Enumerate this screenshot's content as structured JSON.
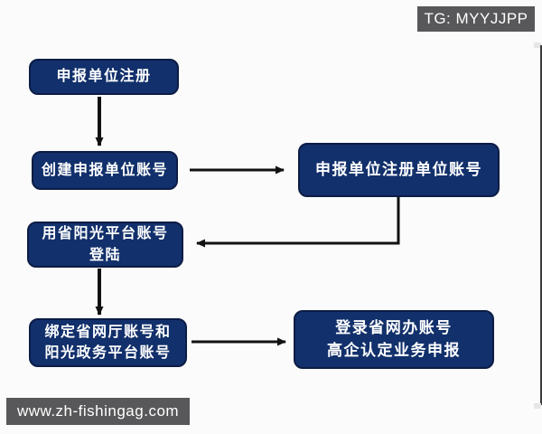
{
  "watermarks": {
    "tg_badge": "TG: MYYJJPP",
    "site_badge": "www.zh-fishingag.com"
  },
  "flowchart": {
    "nodes": [
      {
        "id": "register",
        "label": "申报单位注册"
      },
      {
        "id": "create-account",
        "label": "创建申报单位账号"
      },
      {
        "id": "register-unit-account",
        "label": "申报单位注册单位账号"
      },
      {
        "id": "login-sunshine",
        "label": "用省阳光平台账号\n登陆"
      },
      {
        "id": "bind-accounts",
        "label": "绑定省网厅账号和\n阳光政务平台账号"
      },
      {
        "id": "declare-business",
        "label": "登录省网办账号\n高企认定业务申报"
      }
    ],
    "connections": [
      {
        "from": "register",
        "to": "create-account",
        "shape": "vertical-arrow"
      },
      {
        "from": "create-account",
        "to": "register-unit-account",
        "shape": "horizontal-arrow"
      },
      {
        "from": "register-unit-account",
        "to": "login-sunshine",
        "shape": "elbow-arrow"
      },
      {
        "from": "login-sunshine",
        "to": "bind-accounts",
        "shape": "vertical-arrow"
      },
      {
        "from": "bind-accounts",
        "to": "declare-business",
        "shape": "horizontal-arrow"
      }
    ]
  },
  "colors": {
    "canvas_bg": "#fbfbfb",
    "node_bg": "#12306b",
    "node_border": "#0c1c45",
    "node_text": "#ffffff",
    "arrow": "#111111",
    "badge_bg": "#58585a",
    "badge_text": "#ffffff",
    "scrollbar_line": "#3c3c3c",
    "scrollbar_cap": "#e6e6e6"
  }
}
